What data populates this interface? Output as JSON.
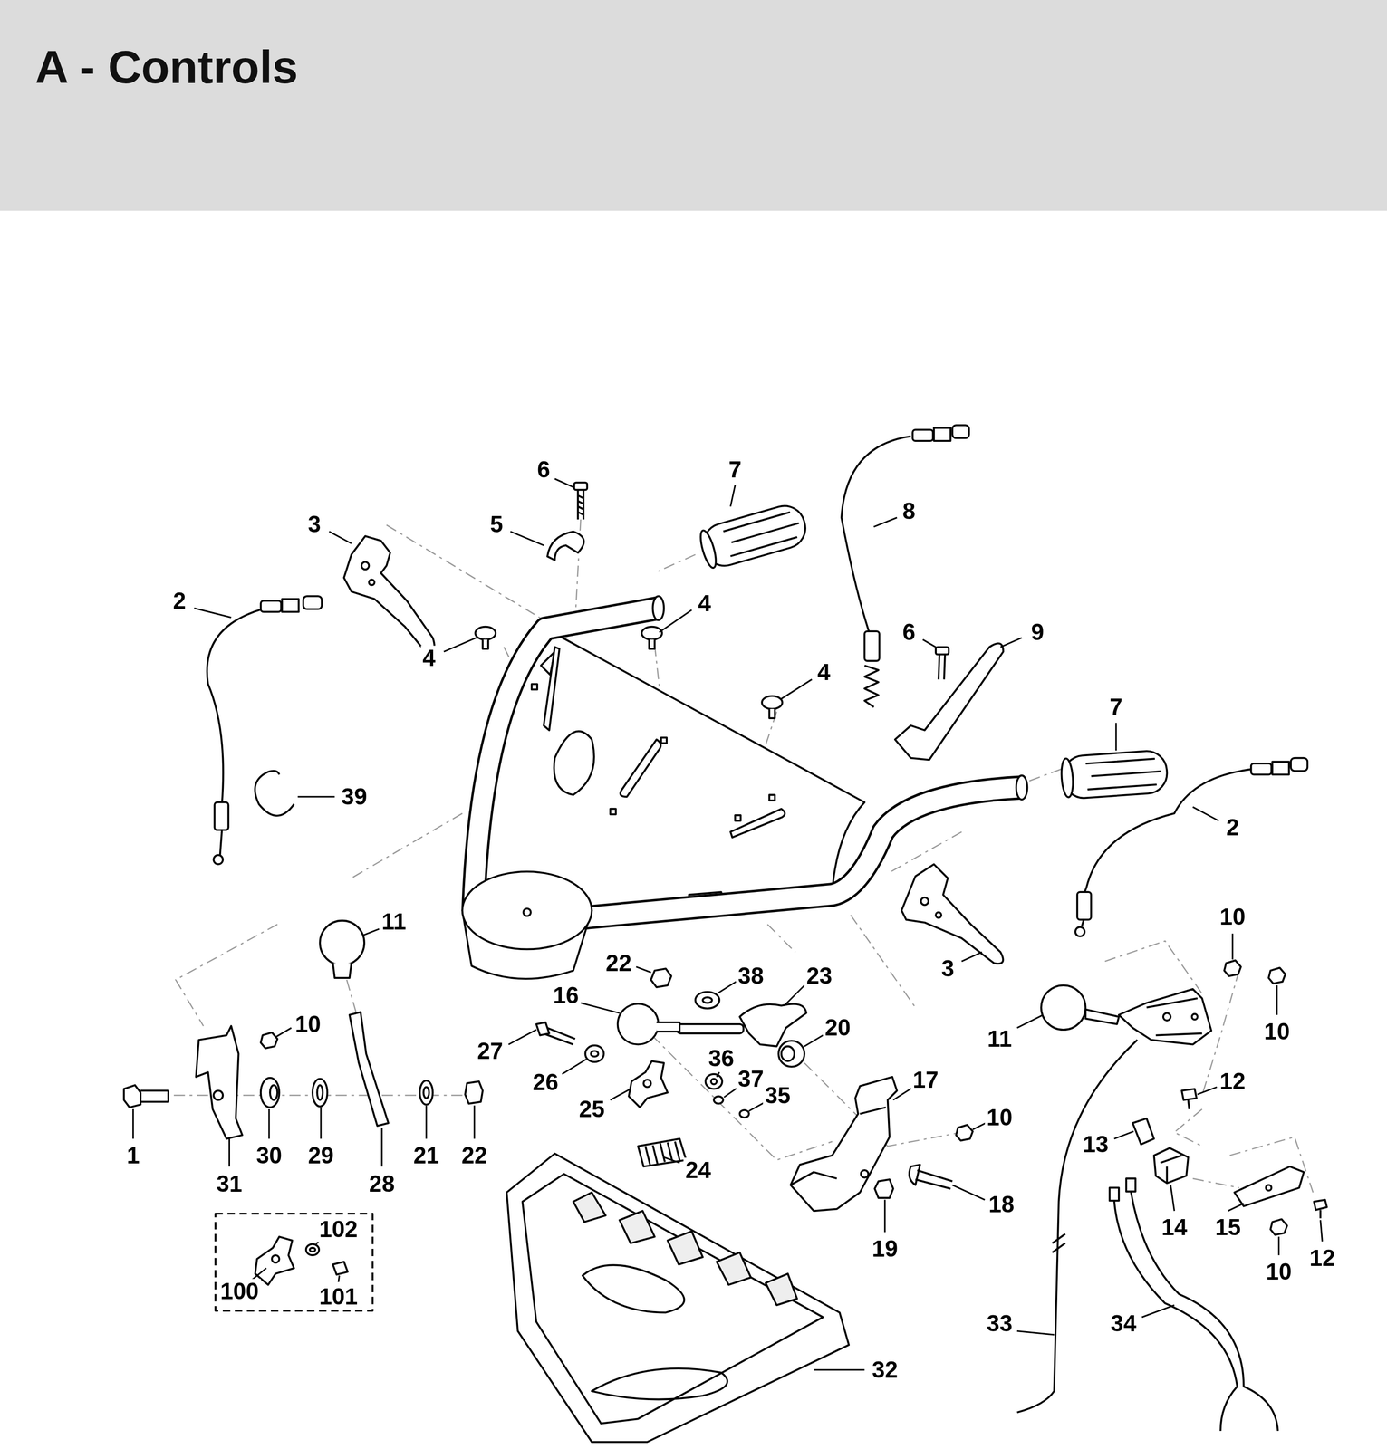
{
  "diagram": {
    "title": "A - Controls",
    "labels": [
      "6",
      "7",
      "3",
      "5",
      "8",
      "2",
      "4",
      "4",
      "6",
      "9",
      "4",
      "7",
      "39",
      "2",
      "11",
      "10",
      "3",
      "22",
      "38",
      "23",
      "16",
      "10",
      "20",
      "11",
      "10",
      "27",
      "36",
      "37",
      "35",
      "26",
      "17",
      "12",
      "25",
      "10",
      "13",
      "1",
      "30",
      "29",
      "21",
      "22",
      "24",
      "31",
      "28",
      "14",
      "15",
      "18",
      "19",
      "102",
      "10",
      "12",
      "100",
      "101",
      "33",
      "34",
      "32"
    ]
  }
}
